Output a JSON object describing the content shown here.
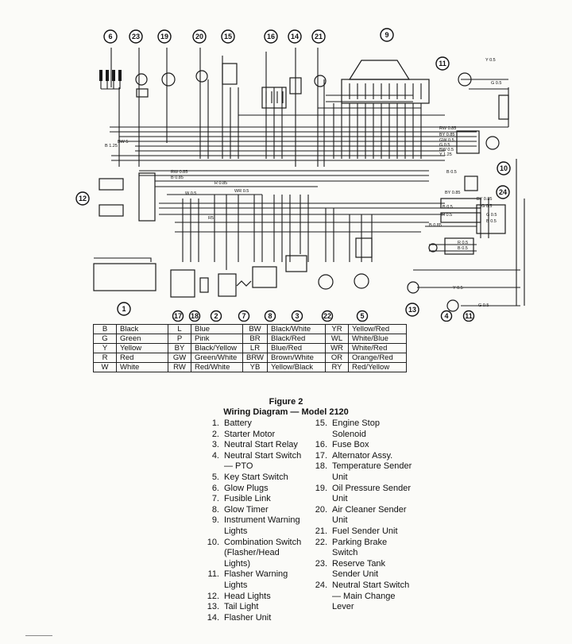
{
  "diagram": {
    "callouts": [
      {
        "id": "c6",
        "label": "6"
      },
      {
        "id": "c23",
        "label": "23"
      },
      {
        "id": "c19",
        "label": "19"
      },
      {
        "id": "c20",
        "label": "20"
      },
      {
        "id": "c15",
        "label": "15"
      },
      {
        "id": "c16",
        "label": "16"
      },
      {
        "id": "c14",
        "label": "14"
      },
      {
        "id": "c21",
        "label": "21"
      },
      {
        "id": "c9",
        "label": "9"
      },
      {
        "id": "c11a",
        "label": "11"
      },
      {
        "id": "c10",
        "label": "10"
      },
      {
        "id": "c24",
        "label": "24"
      },
      {
        "id": "c12",
        "label": "12"
      },
      {
        "id": "c1",
        "label": "1"
      },
      {
        "id": "c17",
        "label": "17"
      },
      {
        "id": "c18",
        "label": "18"
      },
      {
        "id": "c2",
        "label": "2"
      },
      {
        "id": "c7",
        "label": "7"
      },
      {
        "id": "c8",
        "label": "8"
      },
      {
        "id": "c3",
        "label": "3"
      },
      {
        "id": "c22",
        "label": "22"
      },
      {
        "id": "c5",
        "label": "5"
      },
      {
        "id": "c13",
        "label": "13"
      },
      {
        "id": "c4",
        "label": "4"
      },
      {
        "id": "c11b",
        "label": "11"
      }
    ],
    "wire_labels": [
      {
        "id": "w1",
        "text": "Y 0.5"
      },
      {
        "id": "w2",
        "text": "G 0.5"
      },
      {
        "id": "w3",
        "text": "RW 0.85"
      },
      {
        "id": "w4",
        "text": "BY 0.85"
      },
      {
        "id": "w5",
        "text": "GW 0.5"
      },
      {
        "id": "w6",
        "text": "G 0.5"
      },
      {
        "id": "w7",
        "text": "BW 0.5"
      },
      {
        "id": "w8",
        "text": "Y 1.25"
      },
      {
        "id": "w9",
        "text": "RW 0.85"
      },
      {
        "id": "w10",
        "text": "B 0.85"
      },
      {
        "id": "w11",
        "text": "R 0.85"
      },
      {
        "id": "w12",
        "text": "W 0.5"
      },
      {
        "id": "w13",
        "text": "WR 0.5"
      },
      {
        "id": "w14",
        "text": "B 0.5"
      },
      {
        "id": "w15",
        "text": "BY 0.85"
      },
      {
        "id": "w16",
        "text": "BY 0.85"
      },
      {
        "id": "w17",
        "text": "G 0.5"
      },
      {
        "id": "w18",
        "text": "B 0.5"
      },
      {
        "id": "w19",
        "text": "G 0.5"
      },
      {
        "id": "w20",
        "text": "R 0.5"
      },
      {
        "id": "w21",
        "text": "B 0.5"
      },
      {
        "id": "w22",
        "text": "R 0.5"
      },
      {
        "id": "w23",
        "text": "B 0.5"
      },
      {
        "id": "w24",
        "text": "B 0.85"
      },
      {
        "id": "w25",
        "text": "Y 0.5"
      },
      {
        "id": "w26",
        "text": "G 0.5"
      },
      {
        "id": "w27",
        "text": "R5"
      },
      {
        "id": "w28",
        "text": "BW 5"
      },
      {
        "id": "w29",
        "text": "B 1.25"
      }
    ]
  },
  "color_table": {
    "rows": [
      [
        {
          "c": "B",
          "n": "Black"
        },
        {
          "c": "L",
          "n": "Blue"
        },
        {
          "c": "BW",
          "n": "Black/White"
        },
        {
          "c": "YR",
          "n": "Yellow/Red"
        }
      ],
      [
        {
          "c": "G",
          "n": "Green"
        },
        {
          "c": "P",
          "n": "Pink"
        },
        {
          "c": "BR",
          "n": "Black/Red"
        },
        {
          "c": "WL",
          "n": "White/Blue"
        }
      ],
      [
        {
          "c": "Y",
          "n": "Yellow"
        },
        {
          "c": "BY",
          "n": "Black/Yellow"
        },
        {
          "c": "LR",
          "n": "Blue/Red"
        },
        {
          "c": "WR",
          "n": "White/Red"
        }
      ],
      [
        {
          "c": "R",
          "n": "Red"
        },
        {
          "c": "GW",
          "n": "Green/White"
        },
        {
          "c": "BRW",
          "n": "Brown/White"
        },
        {
          "c": "OR",
          "n": "Orange/Red"
        }
      ],
      [
        {
          "c": "W",
          "n": "White"
        },
        {
          "c": "RW",
          "n": "Red/White"
        },
        {
          "c": "YB",
          "n": "Yellow/Black"
        },
        {
          "c": "RY",
          "n": "Red/Yellow"
        }
      ]
    ]
  },
  "caption": {
    "title": "Figure 2",
    "subtitle": "Wiring Diagram — Model 2120"
  },
  "legend": {
    "left": [
      {
        "num": "1.",
        "lines": [
          "Battery"
        ]
      },
      {
        "num": "2.",
        "lines": [
          "Starter Motor"
        ]
      },
      {
        "num": "3.",
        "lines": [
          "Neutral Start Relay"
        ]
      },
      {
        "num": "4.",
        "lines": [
          "Neutral Start Switch",
          "— PTO"
        ]
      },
      {
        "num": "5.",
        "lines": [
          "Key Start Switch"
        ]
      },
      {
        "num": "6.",
        "lines": [
          "Glow Plugs"
        ]
      },
      {
        "num": "7.",
        "lines": [
          "Fusible Link"
        ]
      },
      {
        "num": "8.",
        "lines": [
          "Glow Timer"
        ]
      },
      {
        "num": "9.",
        "lines": [
          "Instrument Warning",
          "Lights"
        ]
      },
      {
        "num": "10.",
        "lines": [
          "Combination Switch",
          "(Flasher/Head",
          "Lights)"
        ]
      },
      {
        "num": "11.",
        "lines": [
          "Flasher Warning",
          "Lights"
        ]
      },
      {
        "num": "12.",
        "lines": [
          "Head Lights"
        ]
      },
      {
        "num": "13.",
        "lines": [
          "Tail Light"
        ]
      },
      {
        "num": "14.",
        "lines": [
          "Flasher Unit"
        ]
      }
    ],
    "right": [
      {
        "num": "15.",
        "lines": [
          "Engine Stop",
          "Solenoid"
        ]
      },
      {
        "num": "16.",
        "lines": [
          "Fuse Box"
        ]
      },
      {
        "num": "17.",
        "lines": [
          "Alternator Assy."
        ]
      },
      {
        "num": "18.",
        "lines": [
          "Temperature Sender",
          "Unit"
        ]
      },
      {
        "num": "19.",
        "lines": [
          "Oil Pressure Sender",
          "Unit"
        ]
      },
      {
        "num": "20.",
        "lines": [
          "Air Cleaner Sender",
          "Unit"
        ]
      },
      {
        "num": "21.",
        "lines": [
          "Fuel Sender Unit"
        ]
      },
      {
        "num": "22.",
        "lines": [
          "Parking Brake",
          "Switch"
        ]
      },
      {
        "num": "23.",
        "lines": [
          "Reserve Tank",
          "Sender Unit"
        ]
      },
      {
        "num": "24.",
        "lines": [
          "Neutral Start Switch",
          "— Main Change",
          "Lever"
        ]
      }
    ]
  }
}
